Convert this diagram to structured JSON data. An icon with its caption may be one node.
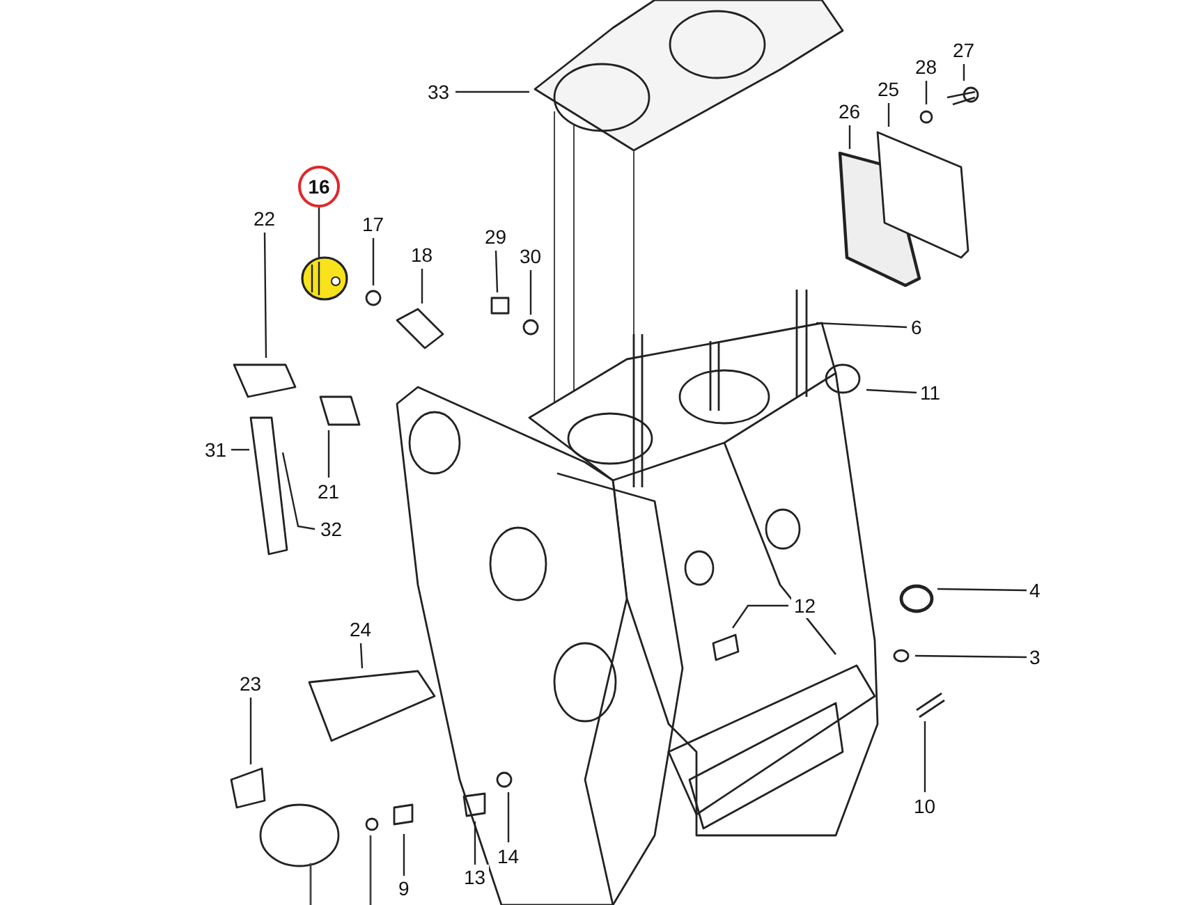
{
  "diagram": {
    "nodes": [
      {
        "text": [
          "27"
        ]
      },
      {
        "text": [
          "28"
        ]
      },
      {
        "text": [
          "25"
        ]
      },
      {
        "text": [
          "33"
        ]
      },
      {
        "text": [
          "26"
        ]
      },
      {
        "text": [
          "16"
        ]
      },
      {
        "text": [
          "22"
        ]
      },
      {
        "text": [
          "17"
        ]
      },
      {
        "text": [
          "29"
        ]
      },
      {
        "text": [
          "18"
        ]
      },
      {
        "text": [
          "30"
        ]
      },
      {
        "text": [
          "6"
        ]
      },
      {
        "text": [
          "11"
        ]
      },
      {
        "text": [
          "21"
        ]
      },
      {
        "text": [
          "31"
        ]
      },
      {
        "text": [
          "32"
        ]
      },
      {
        "text": [
          "4"
        ]
      },
      {
        "text": [
          "12"
        ]
      },
      {
        "text": [
          "3"
        ]
      },
      {
        "text": [
          "24"
        ]
      },
      {
        "text": [
          "23"
        ]
      },
      {
        "text": [
          "10"
        ]
      },
      {
        "text": [
          "14"
        ]
      },
      {
        "text": [
          "13"
        ]
      },
      {
        "text": [
          "9"
        ]
      },
      {
        "text": [],
        "shape": "picture"
      }
    ],
    "edges": [
      {
        "from": 0,
        "to": null,
        "arrow": "none"
      },
      {
        "from": 1,
        "to": null,
        "arrow": "none"
      },
      {
        "from": 2,
        "to": null,
        "arrow": "none"
      },
      {
        "from": 3,
        "to": null,
        "arrow": "none"
      },
      {
        "from": 4,
        "to": null,
        "arrow": "none"
      },
      {
        "from": 5,
        "to": 25,
        "arrow": "none"
      },
      {
        "from": 6,
        "to": null,
        "arrow": "none"
      },
      {
        "from": 7,
        "to": null,
        "arrow": "none"
      },
      {
        "from": 8,
        "to": null,
        "arrow": "none"
      },
      {
        "from": 9,
        "to": null,
        "arrow": "none"
      },
      {
        "from": 10,
        "to": null,
        "arrow": "none"
      },
      {
        "from": 11,
        "to": null,
        "arrow": "none"
      },
      {
        "from": 12,
        "to": null,
        "arrow": "none"
      },
      {
        "from": 13,
        "to": null,
        "arrow": "none"
      },
      {
        "from": 14,
        "to": null,
        "arrow": "none"
      },
      {
        "from": 15,
        "to": null,
        "arrow": "none"
      },
      {
        "from": 16,
        "to": null,
        "arrow": "none"
      },
      {
        "from": 17,
        "to": null,
        "arrow": "none"
      },
      {
        "from": 18,
        "to": null,
        "arrow": "none"
      },
      {
        "from": 19,
        "to": null,
        "arrow": "none"
      },
      {
        "from": 20,
        "to": null,
        "arrow": "none"
      },
      {
        "from": 21,
        "to": null,
        "arrow": "none"
      },
      {
        "from": 22,
        "to": null,
        "arrow": "none"
      },
      {
        "from": 23,
        "to": null,
        "arrow": "none"
      },
      {
        "from": 24,
        "to": null,
        "arrow": "none"
      }
    ]
  }
}
